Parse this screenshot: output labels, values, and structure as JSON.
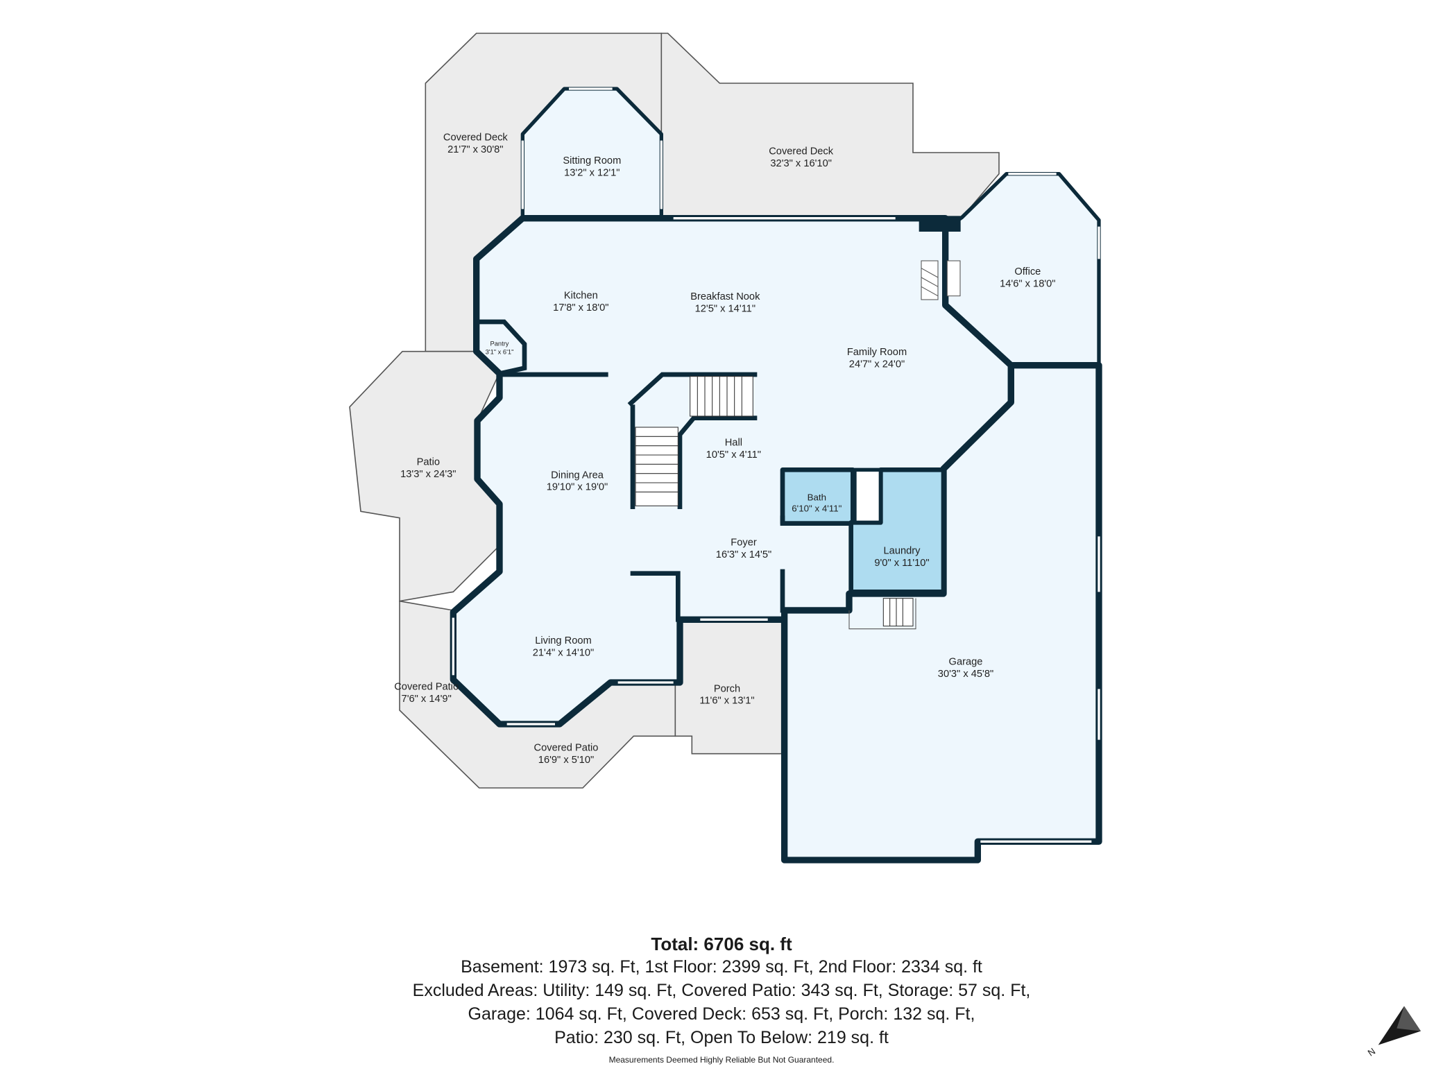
{
  "rooms": {
    "covered_deck_w": {
      "name": "Covered Deck",
      "dims": "21'7\" x 30'8\""
    },
    "sitting_room": {
      "name": "Sitting Room",
      "dims": "13'2\" x 12'1\""
    },
    "covered_deck_n": {
      "name": "Covered Deck",
      "dims": "32'3\" x 16'10\""
    },
    "office": {
      "name": "Office",
      "dims": "14'6\" x 18'0\""
    },
    "kitchen": {
      "name": "Kitchen",
      "dims": "17'8\" x 18'0\""
    },
    "breakfast_nook": {
      "name": "Breakfast Nook",
      "dims": "12'5\" x 14'11\""
    },
    "pantry": {
      "name": "Pantry",
      "dims": "3'1\" x 6'1\""
    },
    "family_room": {
      "name": "Family Room",
      "dims": "24'7\" x 24'0\""
    },
    "patio": {
      "name": "Patio",
      "dims": "13'3\" x 24'3\""
    },
    "hall": {
      "name": "Hall",
      "dims": "10'5\" x 4'11\""
    },
    "dining_area": {
      "name": "Dining Area",
      "dims": "19'10\" x 19'0\""
    },
    "bath": {
      "name": "Bath",
      "dims": "6'10\" x 4'11\""
    },
    "foyer": {
      "name": "Foyer",
      "dims": "16'3\" x 14'5\""
    },
    "laundry": {
      "name": "Laundry",
      "dims": "9'0\" x 11'10\""
    },
    "garage": {
      "name": "Garage",
      "dims": "30'3\" x 45'8\""
    },
    "living_room": {
      "name": "Living Room",
      "dims": "21'4\" x 14'10\""
    },
    "porch": {
      "name": "Porch",
      "dims": "11'6\" x 13'1\""
    },
    "covered_patio_w": {
      "name": "Covered Patio",
      "dims": "7'6\" x 14'9\""
    },
    "covered_patio_s": {
      "name": "Covered Patio",
      "dims": "16'9\" x 5'10\""
    }
  },
  "summary": {
    "total": "Total: 6706 sq. ft",
    "line1": "Basement: 1973 sq. Ft, 1st Floor: 2399 sq. Ft, 2nd Floor: 2334 sq. ft",
    "line2": "Excluded Areas: Utility: 149 sq. Ft, Covered Patio: 343 sq. Ft, Storage: 57 sq. Ft,",
    "line3": "Garage: 1064 sq. Ft, Covered Deck: 653 sq. Ft, Porch: 132 sq. Ft,",
    "line4": "Patio: 230 sq. Ft, Open To Below: 219 sq. ft",
    "disclaimer": "Measurements Deemed Highly Reliable But Not Guaranteed."
  },
  "compass": {
    "label": "N"
  },
  "colors": {
    "wall": "#0c2a3a",
    "interior": "#eef7fd",
    "highlight": "#aedcf0",
    "exterior": "#ececec"
  }
}
